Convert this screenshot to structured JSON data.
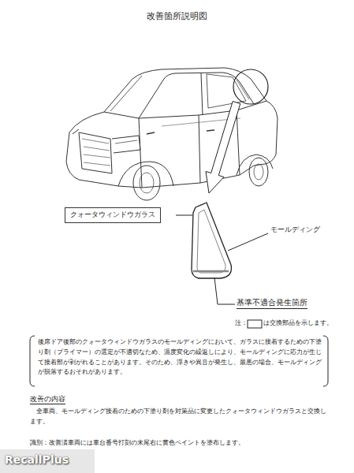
{
  "diagram": {
    "title": "改善箇所説明図",
    "nodes": [
      {
        "text": [
          "クォータウィンドウガラス"
        ]
      }
    ],
    "labels": [
      "モールディング",
      "基準不適合発生箇所",
      "注：",
      "は交換部品を示します。",
      "後席ドア後部のクォータウィンドウガラスのモールディングにおいて、ガラスに接着するための下塗り剤（プライマー）の選定が不適切なため、温度変化の繰返しにより、モールディングに応力が生じて接着部が剥がれることがあります。そのため、浮きや異音が発生し、最悪の場合、モールディングが脱落するおそれがあります。",
      "改善の内容",
      "全車両、モールディング接着のための下塗り剤を対策品に変更したクォータウィンドウガラスと交換します。",
      "識別：改善済車両には車台番号打刻の末尾右に黄色ペイントを塗布します。",
      "RecallPlus"
    ]
  }
}
